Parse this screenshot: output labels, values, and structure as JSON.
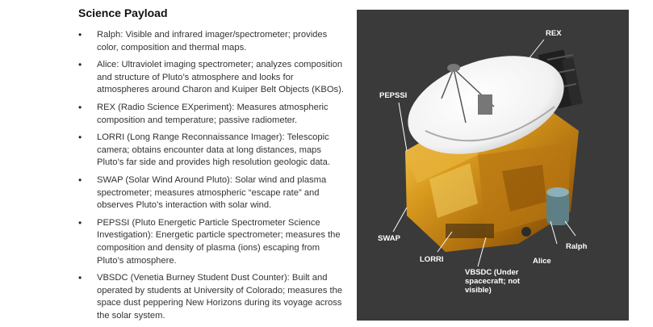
{
  "heading": "Science Payload",
  "items": [
    {
      "text": "Ralph: Visible and infrared imager/spectrometer; provides color, composition and thermal maps."
    },
    {
      "text": "Alice: Ultraviolet imaging spectrometer; analyzes composition and structure of Pluto’s atmosphere and looks for atmospheres around Charon and Kuiper Belt Objects (KBOs)."
    },
    {
      "text": "REX (Radio Science EXperiment): Measures atmospheric composition and temperature; passive radiometer."
    },
    {
      "text": "LORRI (Long Range Reconnaissance Imager): Telescopic camera; obtains encounter data at long distances, maps Pluto’s far side and provides high resolution geologic data."
    },
    {
      "text": "SWAP (Solar Wind Around Pluto): Solar wind and plasma spectrometer; measures atmospheric “escape rate” and observes Pluto’s interaction with solar wind."
    },
    {
      "text": "PEPSSI (Pluto Energetic Particle Spectrometer Science Investigation): Energetic particle spectrometer; measures the composition and density of plasma (ions) escaping from Pluto’s atmosphere."
    },
    {
      "text": "VBSDC (Venetia Burney Student Dust Counter): Built and operated by students at University of Colorado; measures the space dust peppering New Horizons during its voyage across the solar system."
    }
  ],
  "bullet": "•",
  "diagram": {
    "background": "#3a3a3a",
    "labels": {
      "rex": "REX",
      "pepssi": "PEPSSI",
      "swap": "SWAP",
      "lorri": "LORRI",
      "vbsdc": "VBSDC (Under spacecraft; not visible)",
      "alice": "Alice",
      "ralph": "Ralph"
    }
  }
}
